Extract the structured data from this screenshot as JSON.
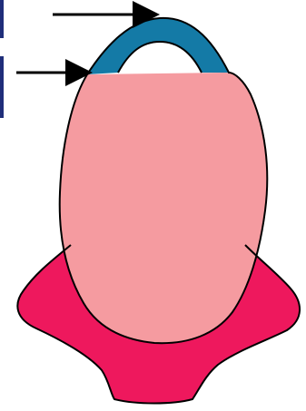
{
  "diagram": {
    "colors": {
      "cap": "#147aa6",
      "body": "#f59ba0",
      "base": "#ee185d",
      "outline": "#000000",
      "arrow": "#000000",
      "edge_bar": "#1f2e7a"
    },
    "arrows": [
      {
        "name": "upper-arrow",
        "points_to": "cap-top"
      },
      {
        "name": "lower-arrow",
        "points_to": "cap-edge"
      }
    ]
  }
}
